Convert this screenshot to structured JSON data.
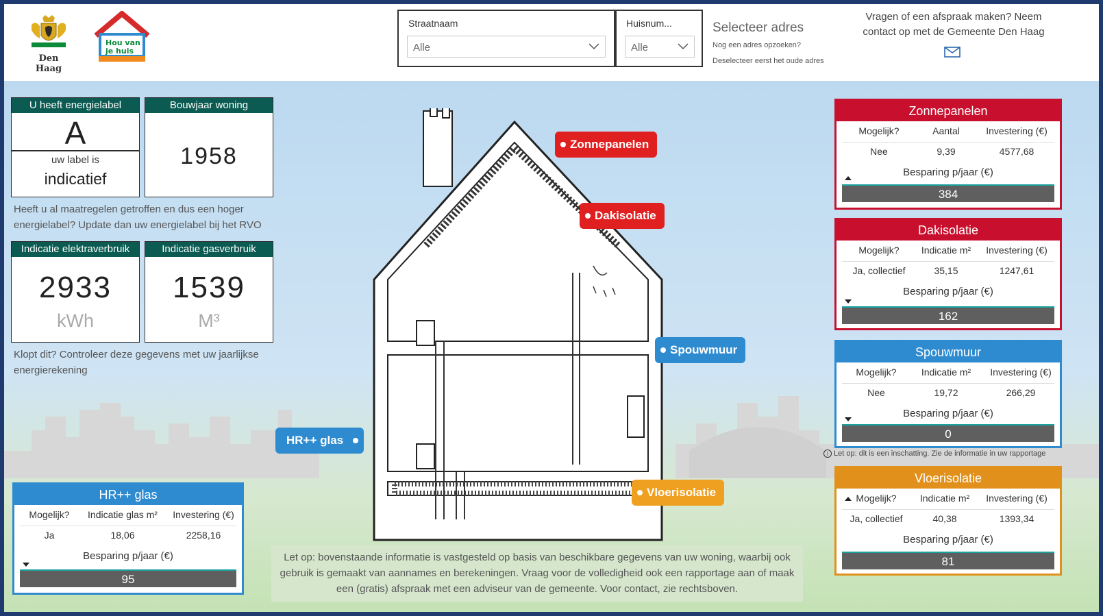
{
  "header": {
    "logo_den_haag": "Den Haag",
    "logo_hou_line1": "Hou van",
    "logo_hou_line2": "je huis",
    "straatnaam_label": "Straatnaam",
    "straatnaam_value": "Alle",
    "huisnummer_label": "Huisnum...",
    "huisnummer_value": "Alle",
    "select_title": "Selecteer adres",
    "select_sub1": "Nog een adres opzoeken?",
    "select_sub2": "Deselecteer eerst het oude adres",
    "contact_text": "Vragen of een afspraak maken? Neem contact op met de Gemeente Den Haag"
  },
  "tiles": {
    "energielabel_header": "U heeft energielabel",
    "energielabel_value": "A",
    "label_is": "uw label is",
    "label_status": "indicatief",
    "bouwjaar_header": "Bouwjaar woning",
    "bouwjaar_value": "1958",
    "note_label": "Heeft u al maatregelen getroffen en dus een hoger energielabel? Update dan uw energielabel bij het RVO",
    "elektra_header": "Indicatie elektraverbruik",
    "elektra_value": "2933",
    "elektra_unit": "kWh",
    "gas_header": "Indicatie gasverbruik",
    "gas_value": "1539",
    "gas_unit": "M³",
    "note_verbruik": "Klopt dit? Controleer deze gegevens met uw jaarlijkse energierekening"
  },
  "tags": {
    "zonnepanelen": "Zonnepanelen",
    "dakisolatie": "Dakisolatie",
    "spouwmuur": "Spouwmuur",
    "hrglas": "HR++ glas",
    "vloerisolatie": "Vloerisolatie"
  },
  "panels": {
    "zonnepanelen": {
      "title": "Zonnepanelen",
      "col1": "Mogelijk?",
      "col2": "Aantal",
      "col3": "Investering (€)",
      "v1": "Nee",
      "v2": "9,39",
      "v3": "4577,68",
      "besparing": "Besparing p/jaar (€)",
      "value": "384",
      "color": "#c8102e"
    },
    "dakisolatie": {
      "title": "Dakisolatie",
      "col1": "Mogelijk?",
      "col2": "Indicatie m²",
      "col3": "Investering (€)",
      "v1": "Ja, collectief",
      "v2": "35,15",
      "v3": "1247,61",
      "besparing": "Besparing p/jaar (€)",
      "value": "162",
      "color": "#c8102e"
    },
    "spouwmuur": {
      "title": "Spouwmuur",
      "col1": "Mogelijk?",
      "col2": "Indicatie m²",
      "col3": "Investering (€)",
      "v1": "Nee",
      "v2": "19,72",
      "v3": "266,29",
      "besparing": "Besparing p/jaar (€)",
      "value": "0",
      "color": "#2f8bd0"
    },
    "vloerisolatie": {
      "title": "Vloerisolatie",
      "col1": "Mogelijk?",
      "col2": "Indicatie m²",
      "col3": "Investering (€)",
      "v1": "Ja, collectief",
      "v2": "40,38",
      "v3": "1393,34",
      "besparing": "Besparing p/jaar (€)",
      "value": "81",
      "color": "#e2901c"
    },
    "hrglas": {
      "title": "HR++ glas",
      "col1": "Mogelijk?",
      "col2": "Indicatie glas m²",
      "col3": "Investering (€)",
      "v1": "Ja",
      "v2": "18,06",
      "v3": "2258,16",
      "besparing": "Besparing p/jaar (€)",
      "value": "95",
      "color": "#2f8bd0"
    }
  },
  "inschatting_note": "Let op: dit is een inschatting. Zie de informatie in uw rapportage",
  "disclaimer": "Let op: bovenstaande informatie is vastgesteld op basis van beschikbare gegevens van uw woning, waarbij ook gebruik is gemaakt van aannames en berekeningen. Vraag voor de volledigheid ook een rapportage aan of maak een (gratis) afspraak met een adviseur van de gemeente. Voor contact, zie rechtsboven."
}
